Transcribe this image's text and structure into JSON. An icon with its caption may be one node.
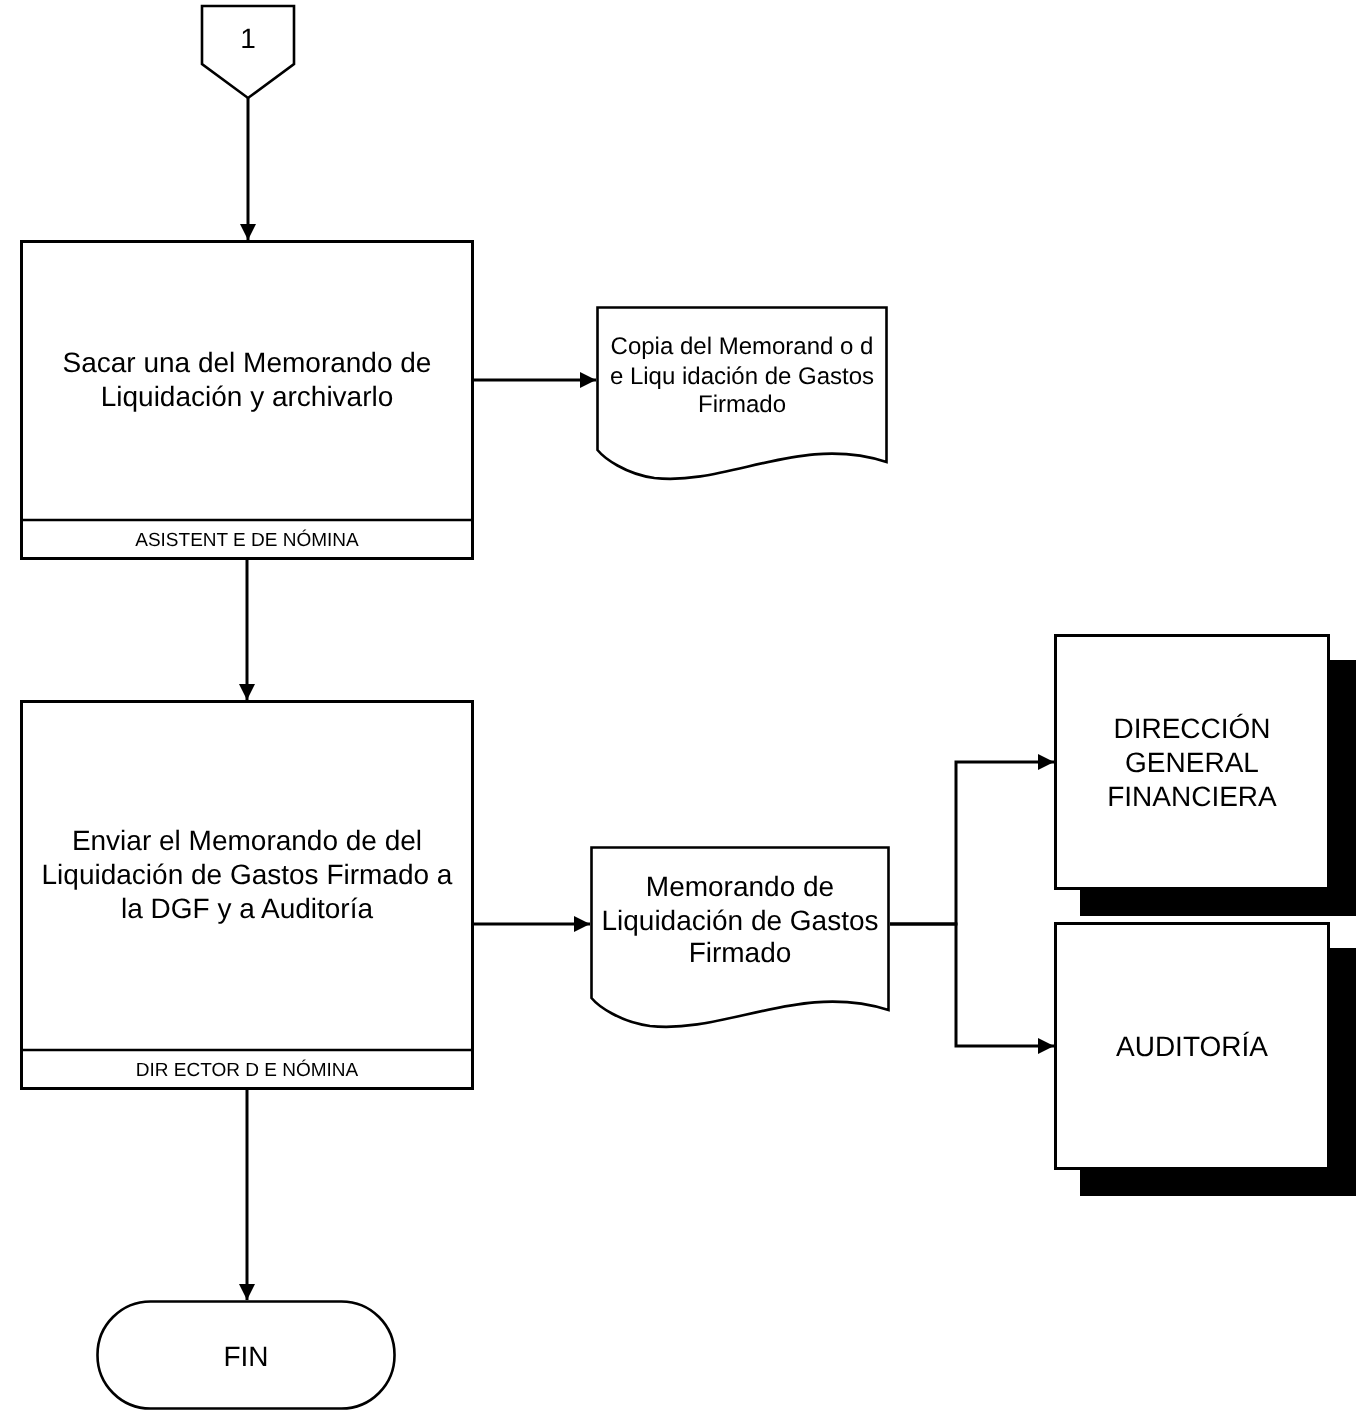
{
  "diagram": {
    "nodes": [
      {
        "text": [
          "1"
        ]
      },
      {
        "text": [
          "Sacar una del Memorando de Liquidación y archivarlo",
          "ASISTENT E DE NÓMINA"
        ]
      },
      {
        "text": [
          "Copia del Memorand o d e Liqu idación de Gastos Firmado"
        ]
      },
      {
        "text": [
          "Enviar el Memorando de del Liquidación de Gastos Firmado a la DGF y a Auditoría",
          "DIR ECTOR D E NÓMINA"
        ]
      },
      {
        "text": [
          "Memorando de Liquidación de Gastos Firmado"
        ]
      },
      {
        "text": [
          "DIRECCIÓN GENERAL FINANCIERA"
        ]
      },
      {
        "text": [
          "AUDITORÍA"
        ]
      },
      {
        "text": [
          "FIN"
        ]
      }
    ],
    "edges": [
      {
        "from": 0,
        "to": 1,
        "arrow": "to"
      },
      {
        "from": 1,
        "to": 2,
        "arrow": "to"
      },
      {
        "from": 1,
        "to": 3,
        "arrow": "to"
      },
      {
        "from": 3,
        "to": 4,
        "arrow": "to"
      },
      {
        "from": 4,
        "to": 5,
        "arrow": "to"
      },
      {
        "from": 4,
        "to": 6,
        "arrow": "to"
      },
      {
        "from": 3,
        "to": 7,
        "arrow": "to"
      }
    ]
  }
}
